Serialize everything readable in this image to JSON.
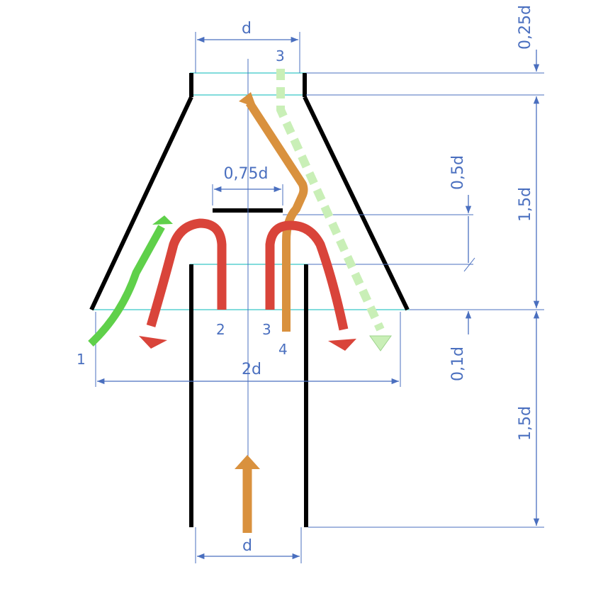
{
  "labels": {
    "d_top": "d",
    "d_bottom": "d",
    "w075": "0,75d",
    "w2d": "2d",
    "h025": "0,25d",
    "h15_upper": "1,5d",
    "h05": "0,5d",
    "h01": "0,1d",
    "h15_lower": "1,5d",
    "n1": "1",
    "n2": "2",
    "n3_inner": "3",
    "n3_top": "3",
    "n4": "4"
  },
  "colors": {
    "dimension": "#4a6fbf",
    "wall": "#000000",
    "green": "#5fd04a",
    "red": "#d9443a",
    "orange": "#d9913e",
    "dashed_green": "#c9efb7"
  }
}
